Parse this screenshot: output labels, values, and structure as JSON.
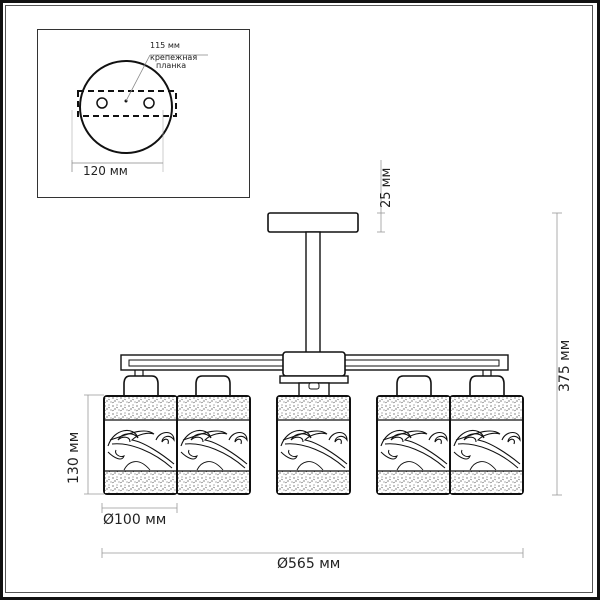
{
  "inset": {
    "plate_label_size": "115 мм",
    "plate_label_line1": "крепежная",
    "plate_label_line2": "планка",
    "canopy_diameter": "120 мм"
  },
  "dimensions": {
    "canopy_height": "25 мм",
    "total_height": "375 мм",
    "shade_height": "130 мм",
    "shade_diameter": "Ø100 мм",
    "total_diameter": "Ø565 мм"
  },
  "drawing": {
    "shade_count": 5,
    "line_color": "#111111",
    "dimension_line_color": "#888888"
  }
}
